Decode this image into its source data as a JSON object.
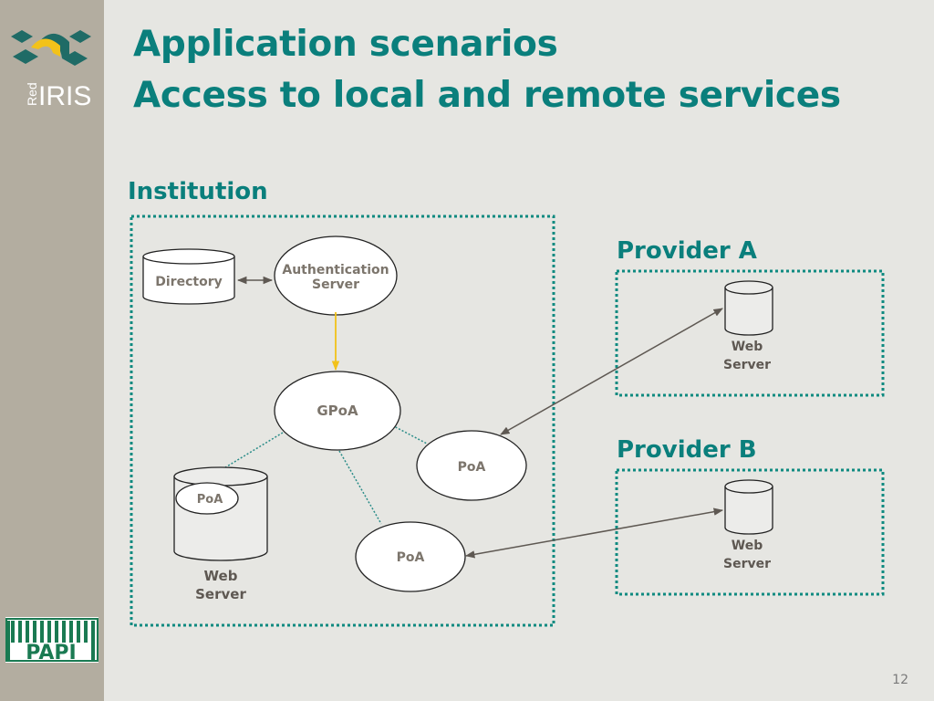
{
  "slide": {
    "title_line1": "Application scenarios",
    "title_line2": "Access to local and remote services",
    "page_number": "12"
  },
  "logos": {
    "top": {
      "name": "RedIRIS",
      "prefix": "Red",
      "main": "IRIS"
    },
    "bottom": {
      "name": "PAPI",
      "text": "PAPI"
    }
  },
  "colors": {
    "accent": "#0a7f7c",
    "sidebar": "#b3ada0",
    "background": "#e6e6e2",
    "yellow_arrow": "#f2c21a",
    "node_text": "#7c756c"
  },
  "groups": {
    "institution": {
      "label": "Institution"
    },
    "provider_a": {
      "label": "Provider A"
    },
    "provider_b": {
      "label": "Provider B"
    }
  },
  "nodes": {
    "directory": {
      "label": "Directory"
    },
    "auth_server": {
      "line1": "Authentication",
      "line2": "Server"
    },
    "gpoa": {
      "label": "GPoA"
    },
    "poa_embedded": {
      "label": "PoA"
    },
    "local_web_server": {
      "line1": "Web",
      "line2": "Server"
    },
    "poa_right": {
      "label": "PoA"
    },
    "poa_bottom": {
      "label": "PoA"
    },
    "provider_a_server": {
      "line1": "Web",
      "line2": "Server"
    },
    "provider_b_server": {
      "line1": "Web",
      "line2": "Server"
    }
  }
}
